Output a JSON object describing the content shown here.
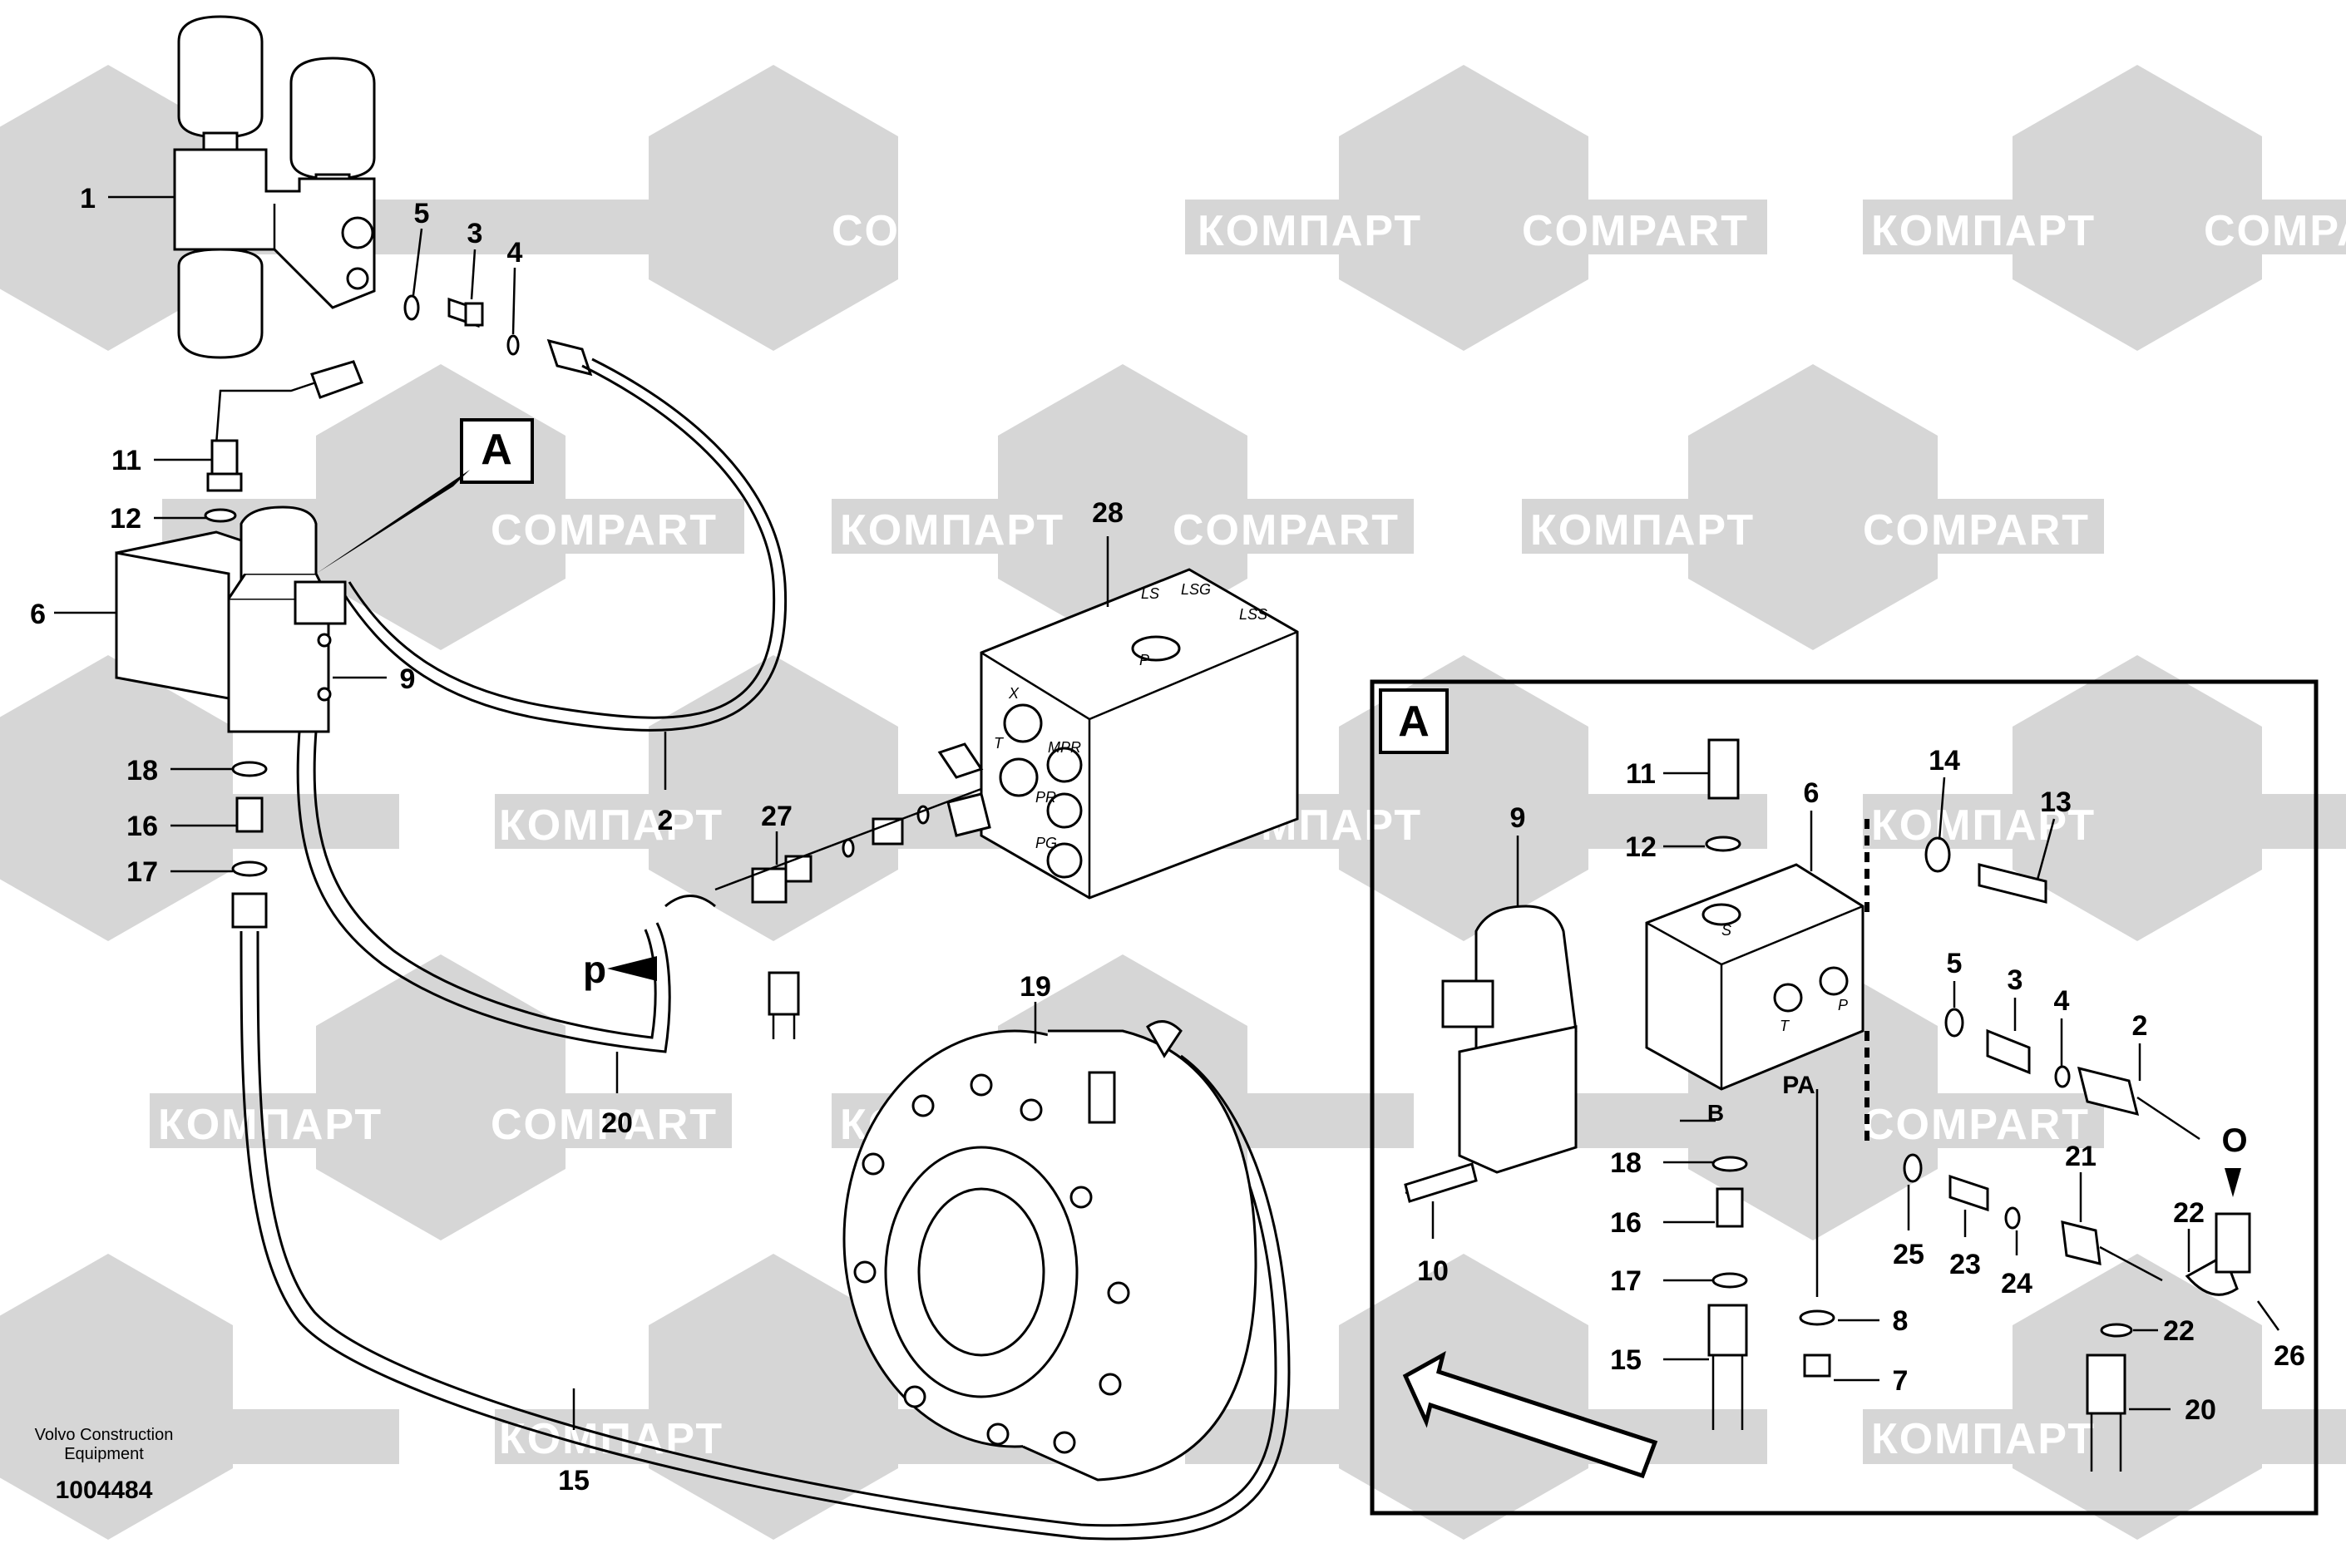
{
  "watermark": {
    "brand_latin": "COMPART",
    "brand_cyrillic": "КОМПАРТ"
  },
  "footer": {
    "company_line1": "Volvo Construction",
    "company_line2": "Equipment",
    "drawing_number": "1004484"
  },
  "inset": {
    "title": "A"
  },
  "callout": {
    "label": "A"
  },
  "main_labels": {
    "l1": "1",
    "l2": "2",
    "l3": "3",
    "l4": "4",
    "l5": "5",
    "l6": "6",
    "l9": "9",
    "l11": "11",
    "l12": "12",
    "l15": "15",
    "l16": "16",
    "l17": "17",
    "l18": "18",
    "l19": "19",
    "l20": "20",
    "l27": "27",
    "l28": "28",
    "p": "p"
  },
  "inset_labels": {
    "l2": "2",
    "l3": "3",
    "l4": "4",
    "l5": "5",
    "l6": "6",
    "l7": "7",
    "l8": "8",
    "l9": "9",
    "l10": "10",
    "l11": "11",
    "l12": "12",
    "l13": "13",
    "l14": "14",
    "l15": "15",
    "l16": "16",
    "l17": "17",
    "l18": "18",
    "l20": "20",
    "l21": "21",
    "l22a": "22",
    "l22b": "22",
    "l23": "23",
    "l24": "24",
    "l25": "25",
    "l26": "26",
    "o": "O",
    "pa": "PA",
    "b": "B"
  },
  "ports": {
    "t": "T",
    "x": "X",
    "pr": "PR",
    "pg": "PG",
    "mpr": "MPR",
    "ls": "LS",
    "lsg": "LSG",
    "lss": "LSS",
    "p": "P",
    "inset_s": "S",
    "inset_t": "T",
    "inset_p": "P"
  }
}
